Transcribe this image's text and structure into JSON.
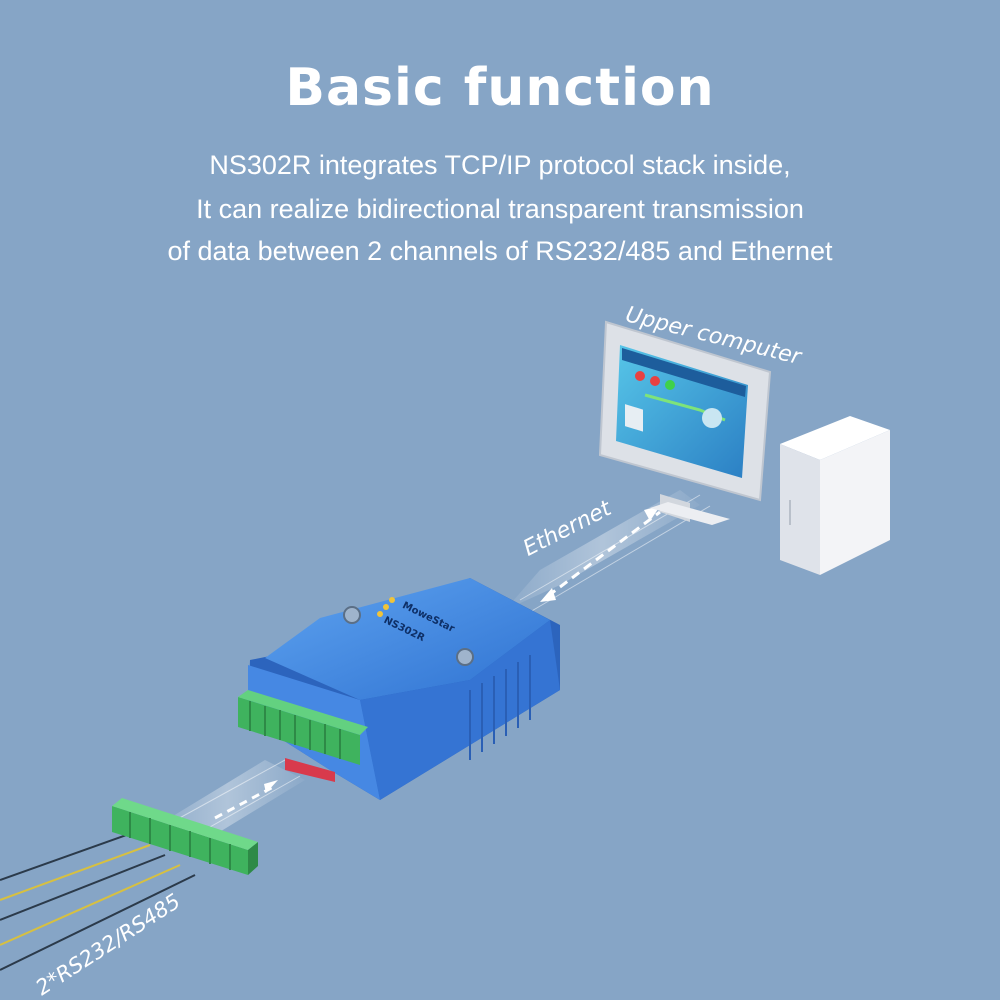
{
  "colors": {
    "background": "#86a5c6",
    "device_blue": "#3f86e3",
    "terminal_green": "#41b860",
    "clip_red": "#d83a4c",
    "pc_white": "#f3f4f7"
  },
  "header": {
    "title": "Basic function",
    "description_lines": [
      "NS302R integrates TCP/IP protocol stack inside,",
      "It can realize bidirectional transparent transmission",
      "of data between 2 channels of RS232/485 and Ethernet"
    ]
  },
  "diagram": {
    "upper_computer_label": "Upper computer",
    "ethernet_label": "Ethernet",
    "serial_label": "2*RS232/RS485",
    "device": {
      "brand": "MoweStar",
      "model": "NS302R"
    }
  }
}
